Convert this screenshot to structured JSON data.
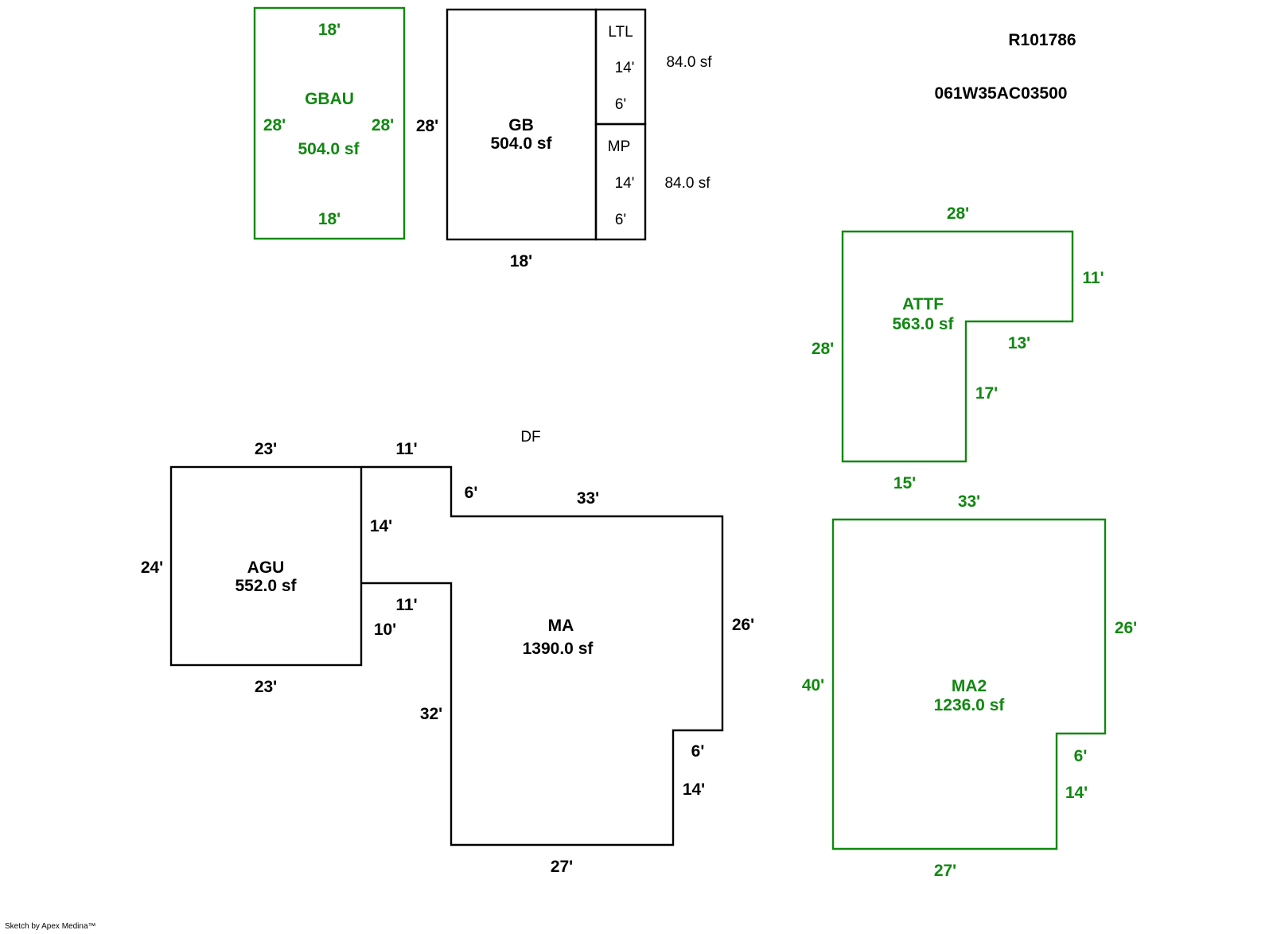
{
  "colors": {
    "black": "#000000",
    "green": "#118811",
    "background": "#ffffff"
  },
  "header": {
    "parcel_id": "R101786",
    "map_number": "061W35AC03500"
  },
  "footer": {
    "credit": "Sketch by Apex Medina™"
  },
  "annotations": {
    "df": "DF"
  },
  "areas": {
    "gbau": {
      "label": "GBAU",
      "area": "504.0 sf",
      "top": "18'",
      "bottom": "18'",
      "left": "28'",
      "right": "28'"
    },
    "gb": {
      "label": "GB",
      "area": "504.0 sf",
      "left": "28'",
      "bottom": "18'"
    },
    "ltl": {
      "label": "LTL",
      "len": "14'",
      "wid": "6'",
      "area": "84.0 sf"
    },
    "mp": {
      "label": "MP",
      "len": "14'",
      "wid": "6'",
      "area": "84.0 sf"
    },
    "attf": {
      "label": "ATTF",
      "area": "563.0 sf",
      "top": "28'",
      "right": "11'",
      "step": "13'",
      "inner": "17'",
      "bottom": "15'",
      "left": "28'"
    },
    "agu": {
      "label": "AGU",
      "area": "552.0 sf",
      "top": "23'",
      "bottom": "23'",
      "left": "24'"
    },
    "ma": {
      "label": "MA",
      "area": "1390.0 sf",
      "top_left": "11'",
      "notch_v": "6'",
      "top": "33'",
      "conn_v": "14'",
      "conn_h": "11'",
      "conn_v2": "10'",
      "left": "32'",
      "right": "26'",
      "step_h": "6'",
      "step_v": "14'",
      "bottom": "27'"
    },
    "ma2": {
      "label": "MA2",
      "area": "1236.0 sf",
      "top": "33'",
      "right": "26'",
      "step_h": "6'",
      "step_v": "14'",
      "bottom": "27'",
      "left": "40'"
    }
  }
}
